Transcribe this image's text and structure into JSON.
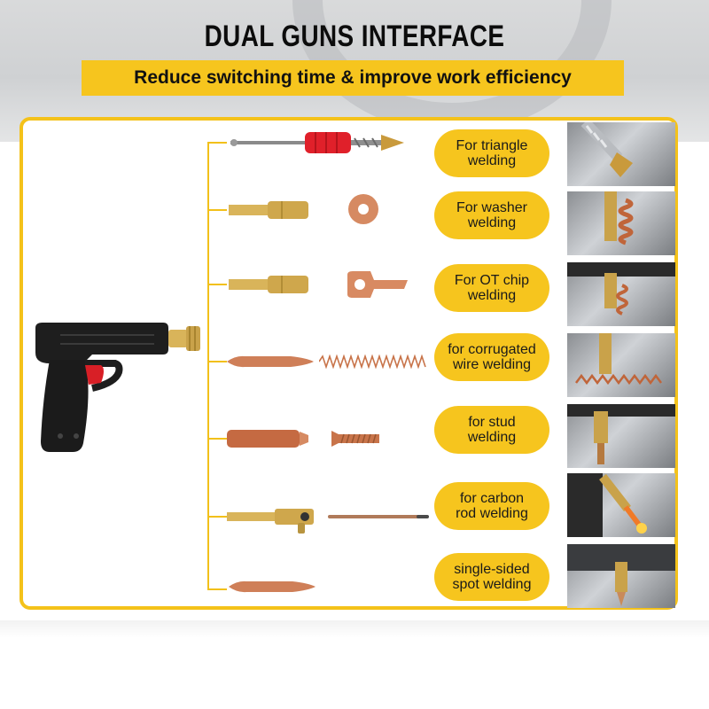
{
  "header": {
    "title": "DUAL GUNS INTERFACE",
    "subtitle": "Reduce switching time & improve work efficiency"
  },
  "accessories": [
    {
      "line1": "For triangle",
      "line2": "welding",
      "icon": "triangle-electrode"
    },
    {
      "line1": "For washer",
      "line2": "welding",
      "icon": "washer"
    },
    {
      "line1": "For OT chip",
      "line2": "welding",
      "icon": "ot-chip"
    },
    {
      "line1": "for corrugated",
      "line2": "wire welding",
      "icon": "corrugated-wire"
    },
    {
      "line1": "for stud",
      "line2": "welding",
      "icon": "stud"
    },
    {
      "line1": "for carbon",
      "line2": "rod welding",
      "icon": "carbon-rod"
    },
    {
      "line1": "single-sided",
      "line2": "spot welding",
      "icon": "spot-electrode"
    }
  ],
  "colors": {
    "accent": "#f6c51e",
    "copper": "#c8744a",
    "brass": "#d9b45a",
    "gun_body": "#1e1e1e",
    "trigger": "#d81f26"
  }
}
